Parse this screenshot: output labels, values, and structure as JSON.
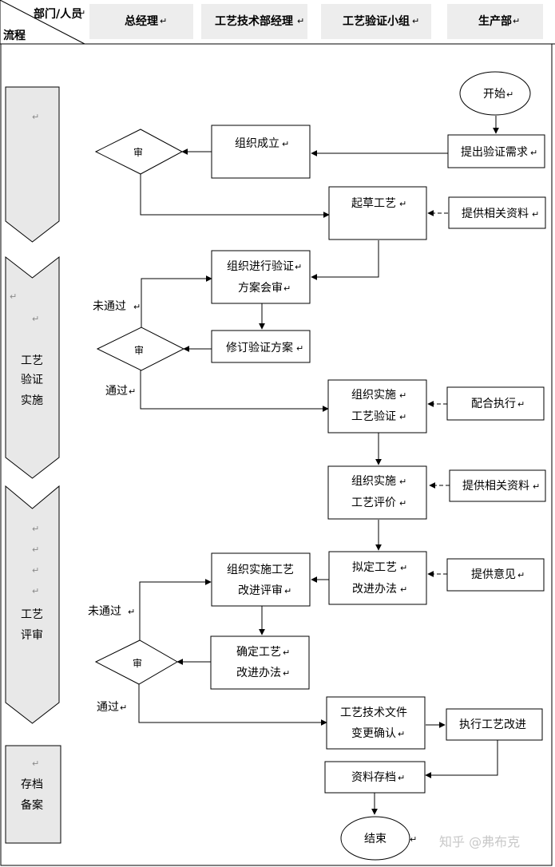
{
  "header": {
    "corner_top": "部门/人员",
    "corner_bottom": "流程",
    "columns": [
      "总经理",
      "工艺技术部经理",
      "工艺验证小组",
      "生产部"
    ]
  },
  "phases": [
    {
      "lines": [
        "↵"
      ]
    },
    {
      "lines": [
        "↵",
        "↵",
        "工艺",
        "验证",
        "实施"
      ]
    },
    {
      "lines": [
        "↵",
        "↵",
        "↵",
        "↵",
        "工艺",
        "评审"
      ]
    },
    {
      "lines": [
        "↵",
        "存档",
        "备案"
      ]
    }
  ],
  "paragraph_mark": "↵",
  "nodes": {
    "start": "开始",
    "propose": "提出验证需求",
    "organize_team": "组织成立",
    "review1": "审",
    "draft": "起草工艺",
    "provide_info1": "提供相关资料",
    "plan_review": [
      "组织进行验证",
      "方案会审"
    ],
    "revise_plan": "修订验证方案",
    "review2": "审",
    "implement_verify": [
      "组织实施",
      "工艺验证"
    ],
    "cooperate": "配合执行",
    "implement_eval": [
      "组织实施",
      "工艺评价"
    ],
    "provide_info2": "提供相关资料",
    "draft_improve": [
      "拟定工艺",
      "改进办法"
    ],
    "provide_opinion": "提供意见",
    "improve_review": [
      "组织实施工艺",
      "改进评审"
    ],
    "confirm_improve": [
      "确定工艺",
      "改进办法"
    ],
    "review3": "审",
    "tech_doc": [
      "工艺技术文件",
      "变更确认"
    ],
    "execute_improve": "执行工艺改进",
    "archive": "资料存档",
    "end": "结束"
  },
  "edge_labels": {
    "fail1": "未通过",
    "pass1": "通过",
    "fail2": "未通过",
    "pass2": "通过"
  },
  "watermark": "知乎 @弗布克"
}
